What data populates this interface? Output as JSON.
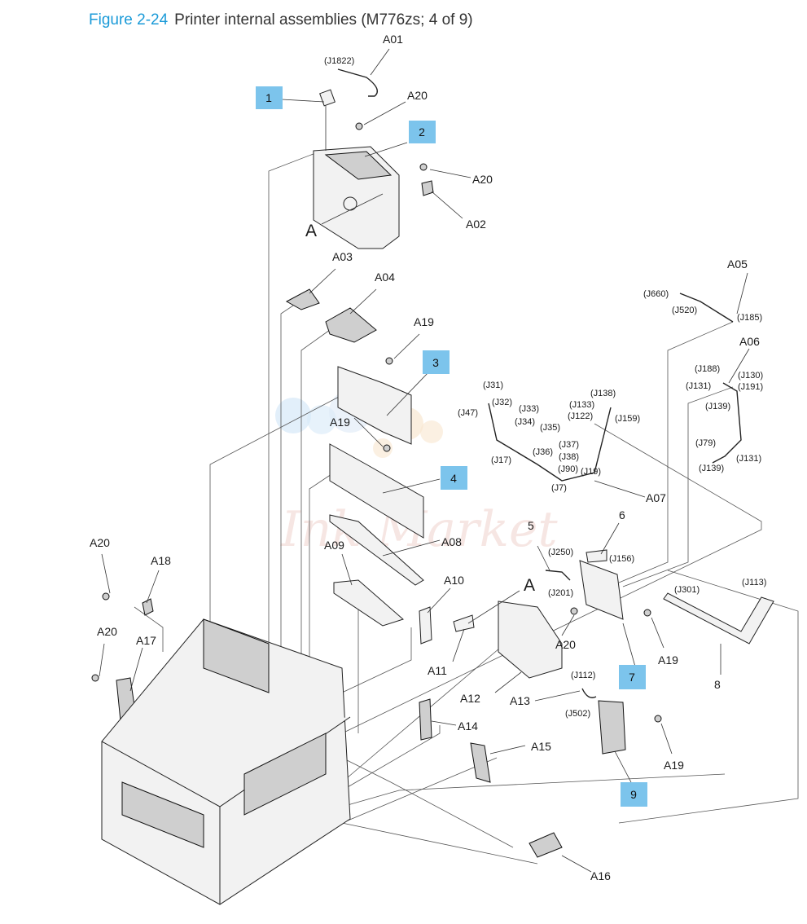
{
  "caption": {
    "figure_number": "Figure 2-24",
    "title": "Printer internal assemblies (M776zs; 4 of 9)"
  },
  "watermark": "Ink Market",
  "callouts": [
    {
      "id": "c1",
      "text": "1"
    },
    {
      "id": "c2",
      "text": "2"
    },
    {
      "id": "c3",
      "text": "3"
    },
    {
      "id": "c4",
      "text": "4"
    },
    {
      "id": "c7",
      "text": "7"
    },
    {
      "id": "c9",
      "text": "9"
    }
  ],
  "labels": {
    "a01": "A01",
    "a20_top1": "A20",
    "a20_top2": "A20",
    "a02": "A02",
    "a_top": "A",
    "a03": "A03",
    "a04": "A04",
    "a19_1": "A19",
    "a19_2": "A19",
    "a05": "A05",
    "a06": "A06",
    "a07": "A07",
    "a08": "A08",
    "a09": "A09",
    "a10": "A10",
    "a_mid": "A",
    "a11": "A11",
    "a12": "A12",
    "a13": "A13",
    "a14": "A14",
    "a15": "A15",
    "a16": "A16",
    "a17": "A17",
    "a18": "A18",
    "a20_left1": "A20",
    "a20_left2": "A20",
    "a20_mid": "A20",
    "a19_3": "A19",
    "a19_4": "A19",
    "n5": "5",
    "n6": "6",
    "n8": "8"
  },
  "connectors": {
    "j1822": "(J1822)",
    "j660": "(J660)",
    "j520": "(J520)",
    "j185": "(J185)",
    "j188": "(J188)",
    "j130": "(J130)",
    "j131a": "(J131)",
    "j191": "(J191)",
    "j139a": "(J139)",
    "j79": "(J79)",
    "j139b": "(J139)",
    "j131b": "(J131)",
    "j31": "(J31)",
    "j32": "(J32)",
    "j47": "(J47)",
    "j33": "(J33)",
    "j34": "(J34)",
    "j35": "(J35)",
    "j36": "(J36)",
    "j37": "(J37)",
    "j38": "(J38)",
    "j90": "(J90)",
    "j17": "(J17)",
    "j19": "(J19)",
    "j7": "(J7)",
    "j138": "(J138)",
    "j133": "(J133)",
    "j122": "(J122)",
    "j159": "(J159)",
    "j250": "(J250)",
    "j156": "(J156)",
    "j201": "(J201)",
    "j301": "(J301)",
    "j113": "(J113)",
    "j112": "(J112)",
    "j502": "(J502)"
  },
  "colors": {
    "callout": "#7cc4ec",
    "caption_number": "#1a9ad8"
  }
}
